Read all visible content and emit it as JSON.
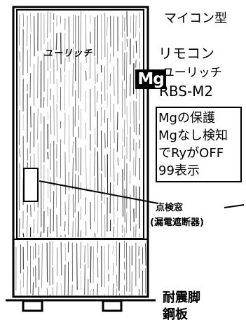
{
  "unit": {
    "brand_on_door": "ユーリッチ"
  },
  "labels": {
    "type": "マイコン型",
    "remote": "リモコン",
    "remote_brand": ":ユーリッチ",
    "model": "RBS-M2",
    "mg_badge": "Mg",
    "mg_box_lines": [
      "Mgの保護",
      "Mgなし検知",
      "でRyがOFF",
      "99表示"
    ],
    "inspection_window": "点検窓",
    "inspection_window_sub": "(漏電遮断器)",
    "feet": "耐震脚",
    "plate": "鋼板"
  },
  "colors": {
    "ink": "#000000",
    "background": "#ffffff"
  }
}
